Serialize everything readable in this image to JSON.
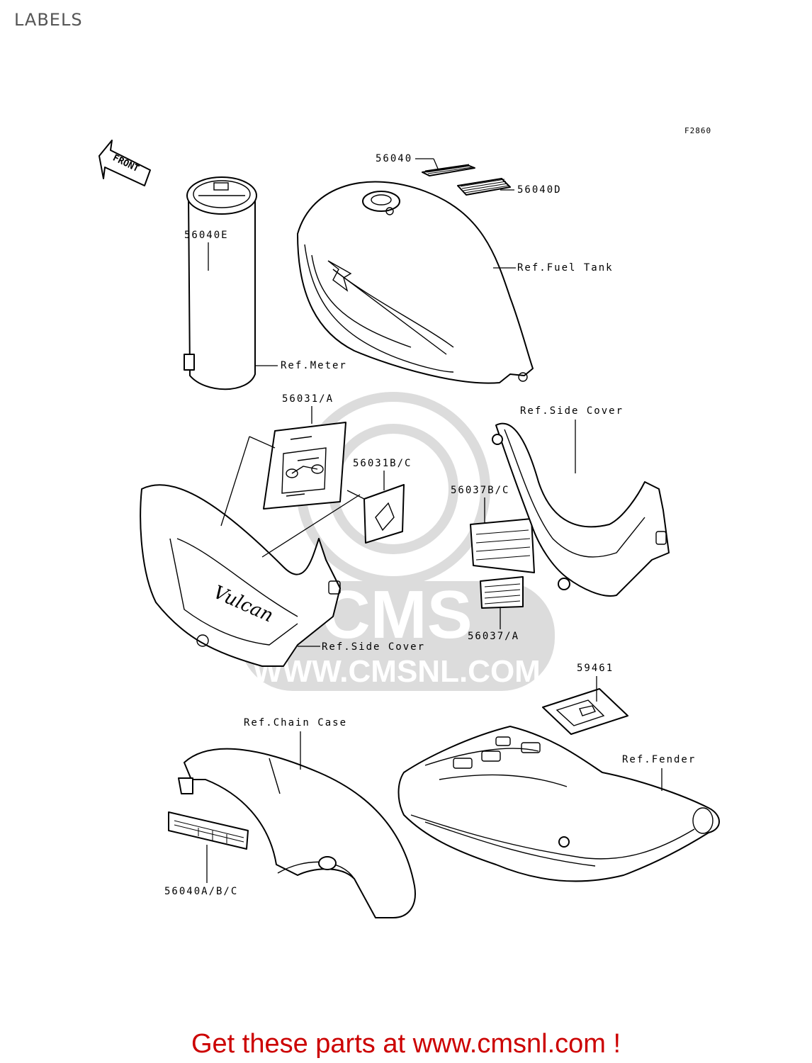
{
  "page": {
    "title": "LABELS",
    "diagram_code": "F2860"
  },
  "watermark": {
    "brand": "CMS",
    "url": "WWW.CMSNL.COM"
  },
  "front_arrow": {
    "label": "FRONT"
  },
  "callouts": {
    "c56040": "56040",
    "c56040D": "56040D",
    "c56040E": "56040E",
    "ref_fuel_tank": "Ref.Fuel Tank",
    "ref_meter": "Ref.Meter",
    "c56031A": "56031/A",
    "ref_side_cover_right": "Ref.Side Cover",
    "c56031BC": "56031B/C",
    "c56037BC": "56037B/C",
    "c56037A": "56037/A",
    "ref_side_cover_left": "Ref.Side Cover",
    "c59461": "59461",
    "ref_chain_case": "Ref.Chain Case",
    "ref_fender": "Ref.Fender",
    "c56040ABC": "56040A/B/C"
  },
  "side_cover_badge": "Vulcan",
  "footer": {
    "link_text": "Get these parts at www.cmsnl.com !",
    "color": "#cc0000"
  }
}
